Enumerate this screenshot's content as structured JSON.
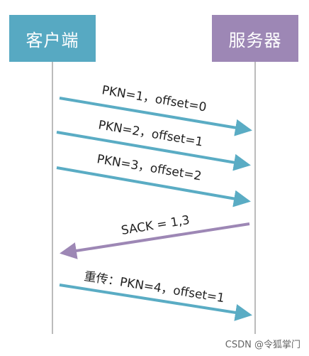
{
  "actors": {
    "client": "客户端",
    "server": "服务器"
  },
  "colors": {
    "client": "#57a9c2",
    "server": "#9d87b5",
    "arrow_to_server": "#5aacc4",
    "arrow_to_client": "#9d87b5",
    "lifeline": "#777777"
  },
  "messages": [
    {
      "label": "PKN=1，offset=0",
      "direction": "client-to-server"
    },
    {
      "label": "PKN=2，offset=1",
      "direction": "client-to-server"
    },
    {
      "label": "PKN=3，offset=2",
      "direction": "client-to-server"
    },
    {
      "label": "SACK = 1,3",
      "direction": "server-to-client"
    },
    {
      "label": "重传：PKN=4，offset=1",
      "direction": "client-to-server"
    }
  ],
  "watermark": "CSDN @令狐掌门"
}
